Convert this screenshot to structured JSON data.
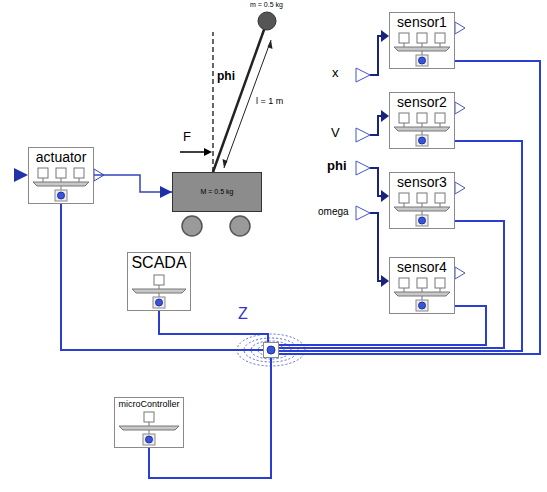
{
  "diagram": {
    "nodes": [
      {
        "text": [
          "actuator"
        ]
      },
      {
        "text": [
          "M = 0.5 kg"
        ]
      },
      {
        "text": [
          "SCADA"
        ]
      },
      {
        "text": [
          "Z"
        ]
      },
      {
        "text": [
          "microController"
        ]
      },
      {
        "text": [
          "sensor1"
        ]
      },
      {
        "text": [
          "sensor2"
        ]
      },
      {
        "text": [
          "sensor3"
        ]
      },
      {
        "text": [
          "sensor4"
        ]
      }
    ],
    "edges": [
      {
        "from": 0,
        "to": 1,
        "arrow": "to"
      },
      {
        "from": 0,
        "to": 3,
        "arrow": "none"
      },
      {
        "from": 2,
        "to": 3,
        "arrow": "none"
      },
      {
        "from": 4,
        "to": 3,
        "arrow": "none"
      },
      {
        "from": 5,
        "to": 3,
        "arrow": "none"
      },
      {
        "from": 6,
        "to": 3,
        "arrow": "none"
      },
      {
        "from": 7,
        "to": 3,
        "arrow": "none"
      },
      {
        "from": 8,
        "to": 3,
        "arrow": "none"
      }
    ],
    "labels": [
      "m = 0.5 kg",
      "phi",
      "l = 1 m",
      "F",
      "x",
      "V",
      "phi",
      "omega"
    ]
  }
}
